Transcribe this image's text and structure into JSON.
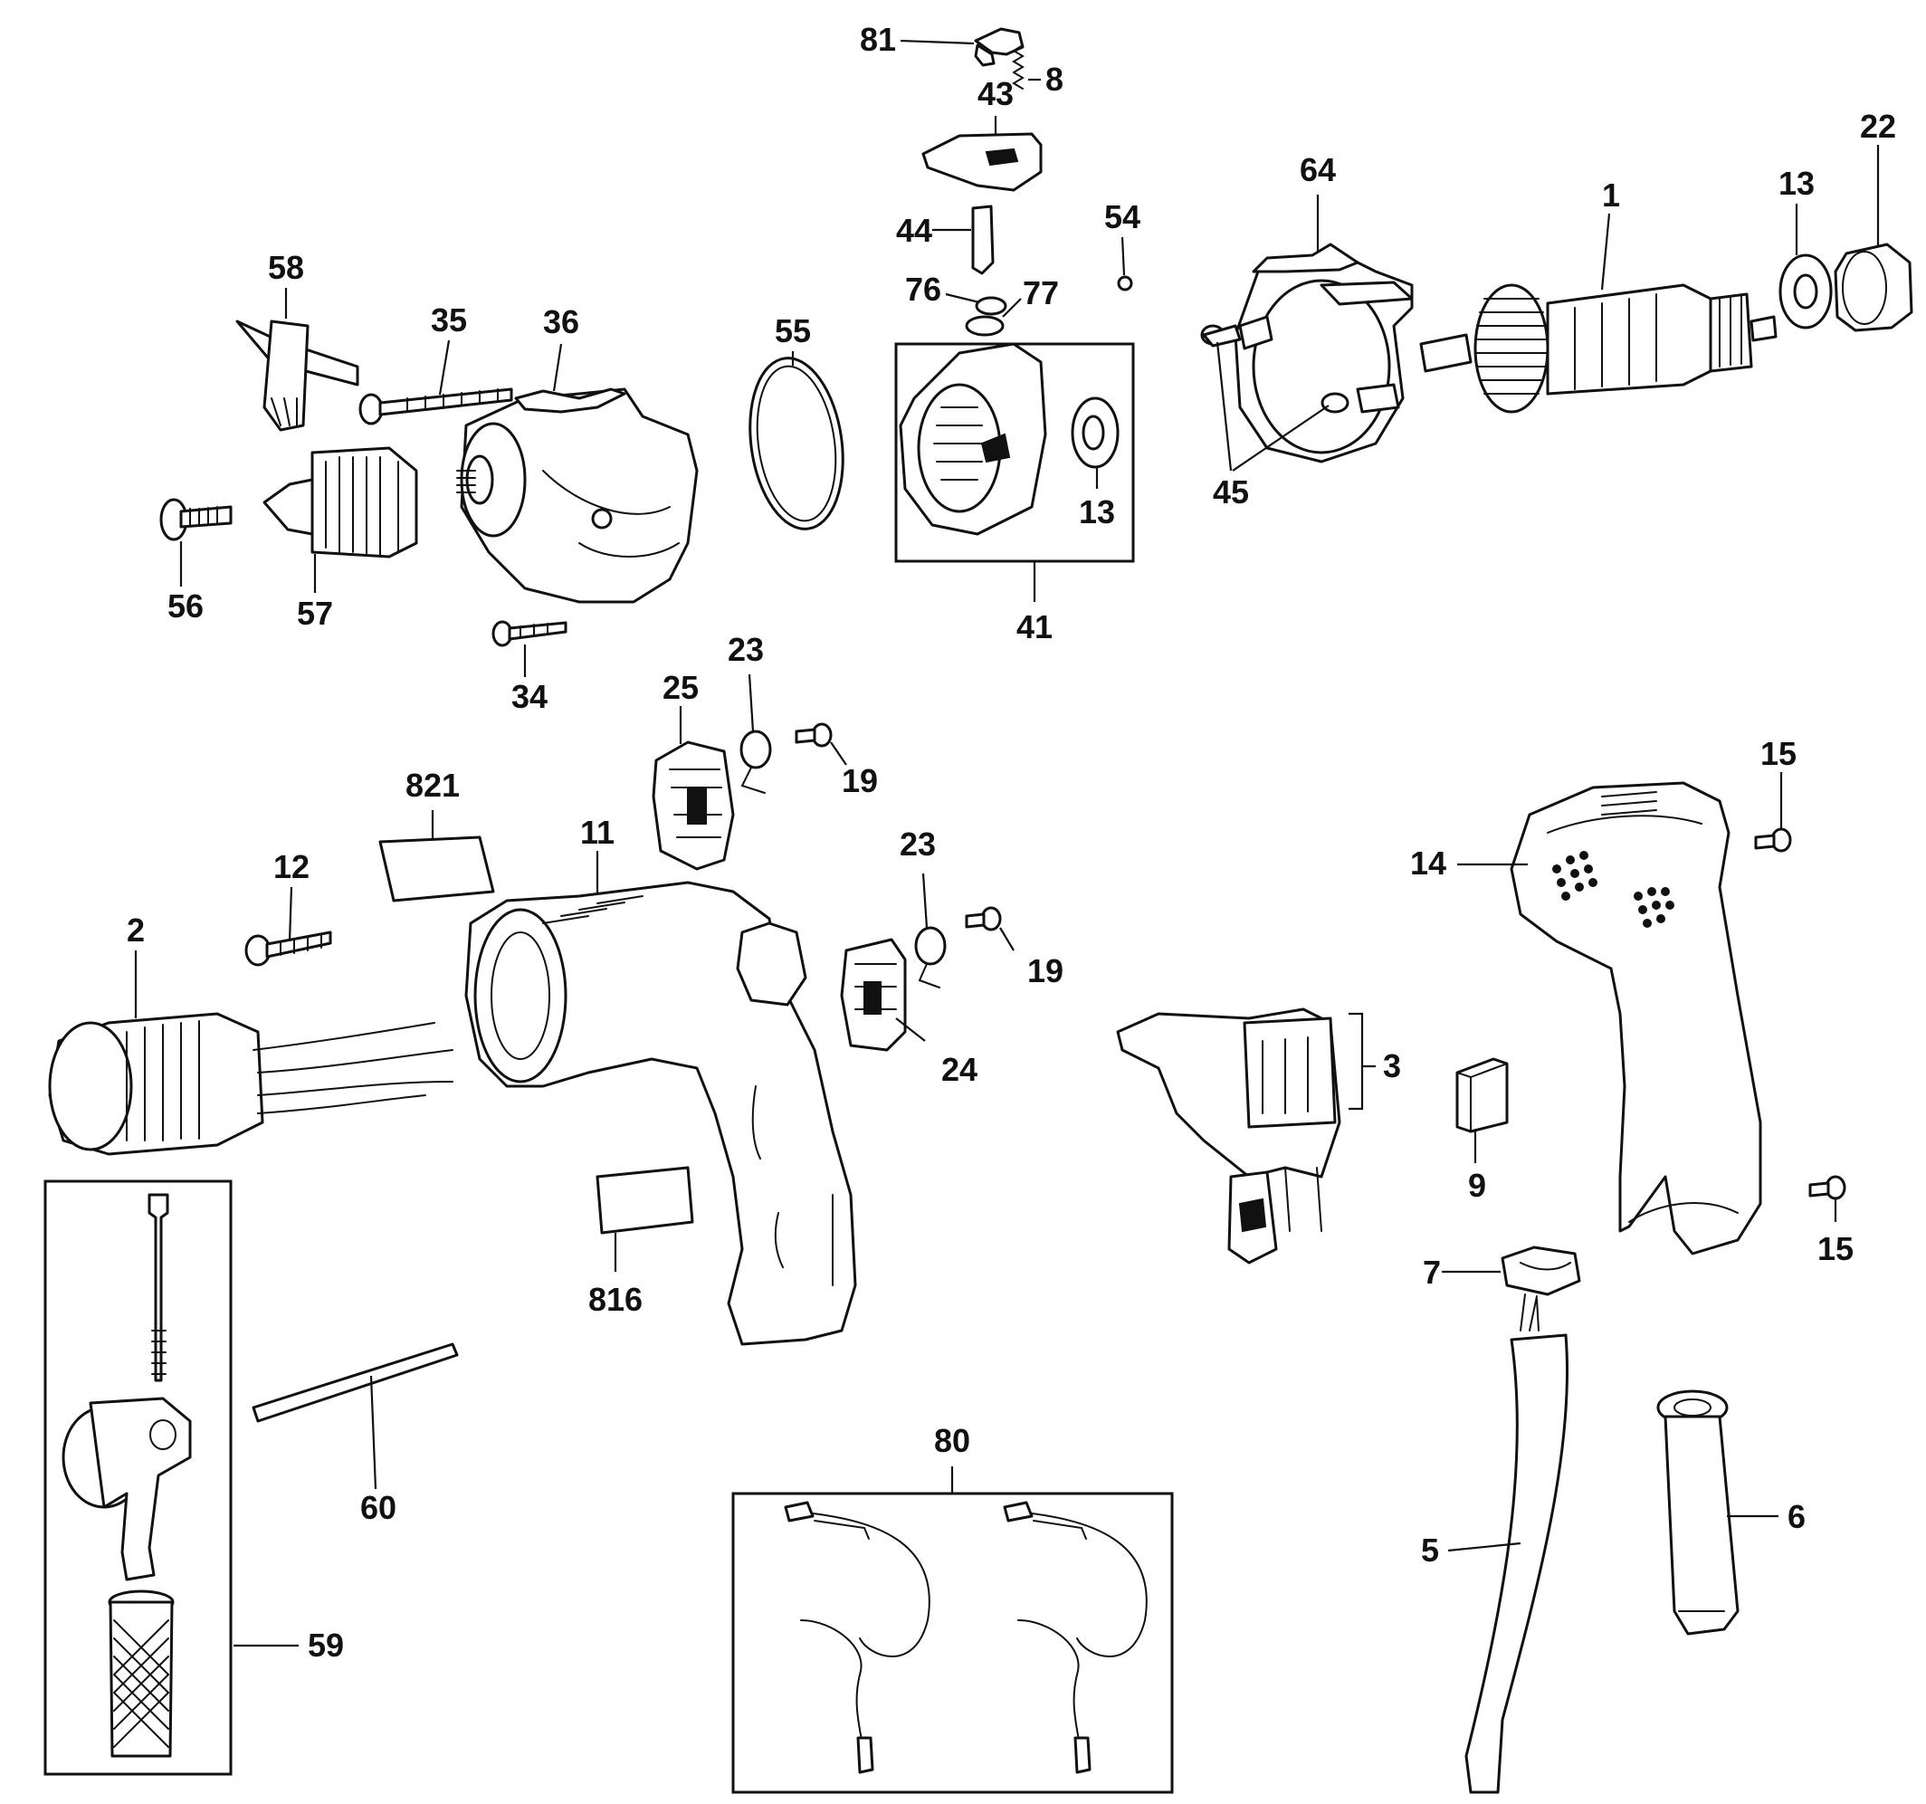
{
  "labels": {
    "p81": "81",
    "p8": "8",
    "p43": "43",
    "p64": "64",
    "p22": "22",
    "p13a": "13",
    "p1": "1",
    "p54": "54",
    "p44": "44",
    "p58": "58",
    "p76": "76",
    "p77": "77",
    "p35": "35",
    "p36": "36",
    "p55": "55",
    "p13b": "13",
    "p45": "45",
    "p56": "56",
    "p57": "57",
    "p41": "41",
    "p34": "34",
    "p23a": "23",
    "p25": "25",
    "p19a": "19",
    "p15a": "15",
    "p821": "821",
    "p11": "11",
    "p12": "12",
    "p14": "14",
    "p23b": "23",
    "p2": "2",
    "p19b": "19",
    "p3": "3",
    "p24": "24",
    "p9": "9",
    "p15b": "15",
    "p816": "816",
    "p7": "7",
    "p60": "60",
    "p80": "80",
    "p6": "6",
    "p5": "5",
    "p59": "59"
  }
}
